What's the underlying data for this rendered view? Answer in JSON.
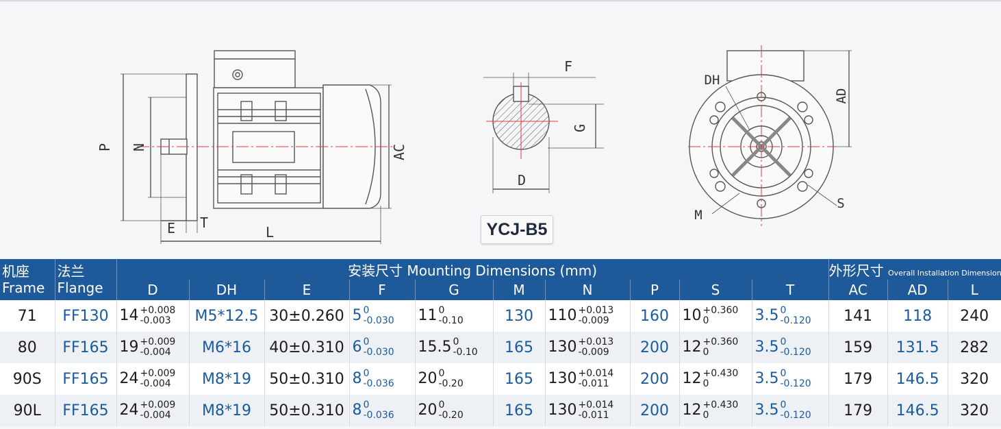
{
  "drawing": {
    "label_P": "P",
    "label_N": "N",
    "label_AC": "AC",
    "label_L": "L",
    "label_E": "E",
    "label_T": "T",
    "label_F": "F",
    "label_G": "G",
    "label_D": "D",
    "label_DH": "DH",
    "label_AD": "AD",
    "label_M": "M",
    "label_S": "S"
  },
  "model": "YCJ-B5",
  "table": {
    "header_frame_cn": "机座",
    "header_frame_en": "Frame",
    "header_flange_cn": "法兰",
    "header_flange_en": "Flange",
    "group_mounting": "安装尺寸 Mounting Dimensions (mm)",
    "group_overall_cn": "外形尺寸",
    "group_overall_en": "Overall Installation Dimension",
    "columns": [
      "D",
      "DH",
      "E",
      "F",
      "G",
      "M",
      "N",
      "P",
      "S",
      "T",
      "AC",
      "AD",
      "L"
    ],
    "rows": [
      {
        "frame": "71",
        "flange": "FF130",
        "D": "14",
        "D_up": "+0.008",
        "D_lo": "-0.003",
        "DH": "M5*12.5",
        "E": "30±0.260",
        "F": "5",
        "F_up": "0",
        "F_lo": "-0.030",
        "G": "11",
        "G_up": "0",
        "G_lo": "-0.10",
        "M": "130",
        "N": "110",
        "N_up": "+0.013",
        "N_lo": "-0.009",
        "P": "160",
        "S": "10",
        "S_up": "+0.360",
        "S_lo": "0",
        "T": "3.5",
        "T_up": "0",
        "T_lo": "-0.120",
        "AC": "141",
        "AD": "118",
        "L": "240"
      },
      {
        "frame": "80",
        "flange": "FF165",
        "D": "19",
        "D_up": "+0.009",
        "D_lo": "-0.004",
        "DH": "M6*16",
        "E": "40±0.310",
        "F": "6",
        "F_up": "0",
        "F_lo": "-0.030",
        "G": "15.5",
        "G_up": "0",
        "G_lo": "-0.10",
        "M": "165",
        "N": "130",
        "N_up": "+0.013",
        "N_lo": "-0.009",
        "P": "200",
        "S": "12",
        "S_up": "+0.360",
        "S_lo": "0",
        "T": "3.5",
        "T_up": "0",
        "T_lo": "-0.120",
        "AC": "159",
        "AD": "131.5",
        "L": "282"
      },
      {
        "frame": "90S",
        "flange": "FF165",
        "D": "24",
        "D_up": "+0.009",
        "D_lo": "-0.004",
        "DH": "M8*19",
        "E": "50±0.310",
        "F": "8",
        "F_up": "0",
        "F_lo": "-0.036",
        "G": "20",
        "G_up": "0",
        "G_lo": "-0.20",
        "M": "165",
        "N": "130",
        "N_up": "+0.014",
        "N_lo": "-0.011",
        "P": "200",
        "S": "12",
        "S_up": "+0.430",
        "S_lo": "0",
        "T": "3.5",
        "T_up": "0",
        "T_lo": "-0.120",
        "AC": "179",
        "AD": "146.5",
        "L": "320"
      },
      {
        "frame": "90L",
        "flange": "FF165",
        "D": "24",
        "D_up": "+0.009",
        "D_lo": "-0.004",
        "DH": "M8*19",
        "E": "50±0.310",
        "F": "8",
        "F_up": "0",
        "F_lo": "-0.036",
        "G": "20",
        "G_up": "0",
        "G_lo": "-0.20",
        "M": "165",
        "N": "130",
        "N_up": "+0.014",
        "N_lo": "-0.011",
        "P": "200",
        "S": "12",
        "S_up": "+0.430",
        "S_lo": "0",
        "T": "3.5",
        "T_up": "0",
        "T_lo": "-0.120",
        "AC": "179",
        "AD": "146.5",
        "L": "320"
      }
    ]
  },
  "colors": {
    "header_blue": "#1e5a99",
    "value_blue": "#1c5aa0",
    "center_red": "#e23a3a"
  }
}
